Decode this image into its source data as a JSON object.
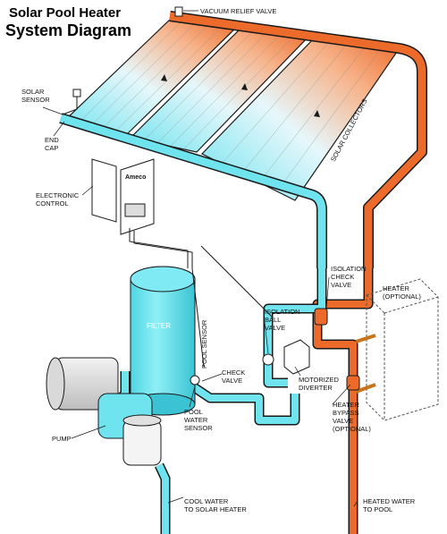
{
  "title": {
    "line1": "Solar Pool Heater",
    "line2": "System Diagram"
  },
  "labels": {
    "vacuum_relief_valve": "VACUUM RELIEF VALVE",
    "solar_sensor": "SOLAR\nSENSOR",
    "end_cap": "END\nCAP",
    "electronic_control": "ELECTRONIC\nCONTROL",
    "control_brand": "Ameco",
    "solar_collectors": "SOLAR COLLECTORS",
    "filter": "FILTER",
    "pool_sensor": "POOL SENSOR",
    "isolation_check_valve": "ISOLATION\nCHECK\nVALVE",
    "heater_optional": "HEATER\n(OPTIONAL)",
    "isolation_ball_valve": "ISOLATION\nBALL\nVALVE",
    "check_valve": "CHECK\nVALVE",
    "motorized_diverter": "MOTORIZED\nDIVERTER",
    "heater_bypass_valve": "HEATER\nBYPASS\nVALVE\n(OPTIONAL)",
    "pool_water_sensor": "POOL\nWATER\nSENSOR",
    "pump": "PUMP",
    "cool_water": "COOL WATER\nTO SOLAR HEATER",
    "heated_water": "HEATED WATER\nTO POOL"
  },
  "colors": {
    "cool": "#6fe3ee",
    "hot": "#ec6a2a",
    "outline": "#1a1a1a"
  }
}
